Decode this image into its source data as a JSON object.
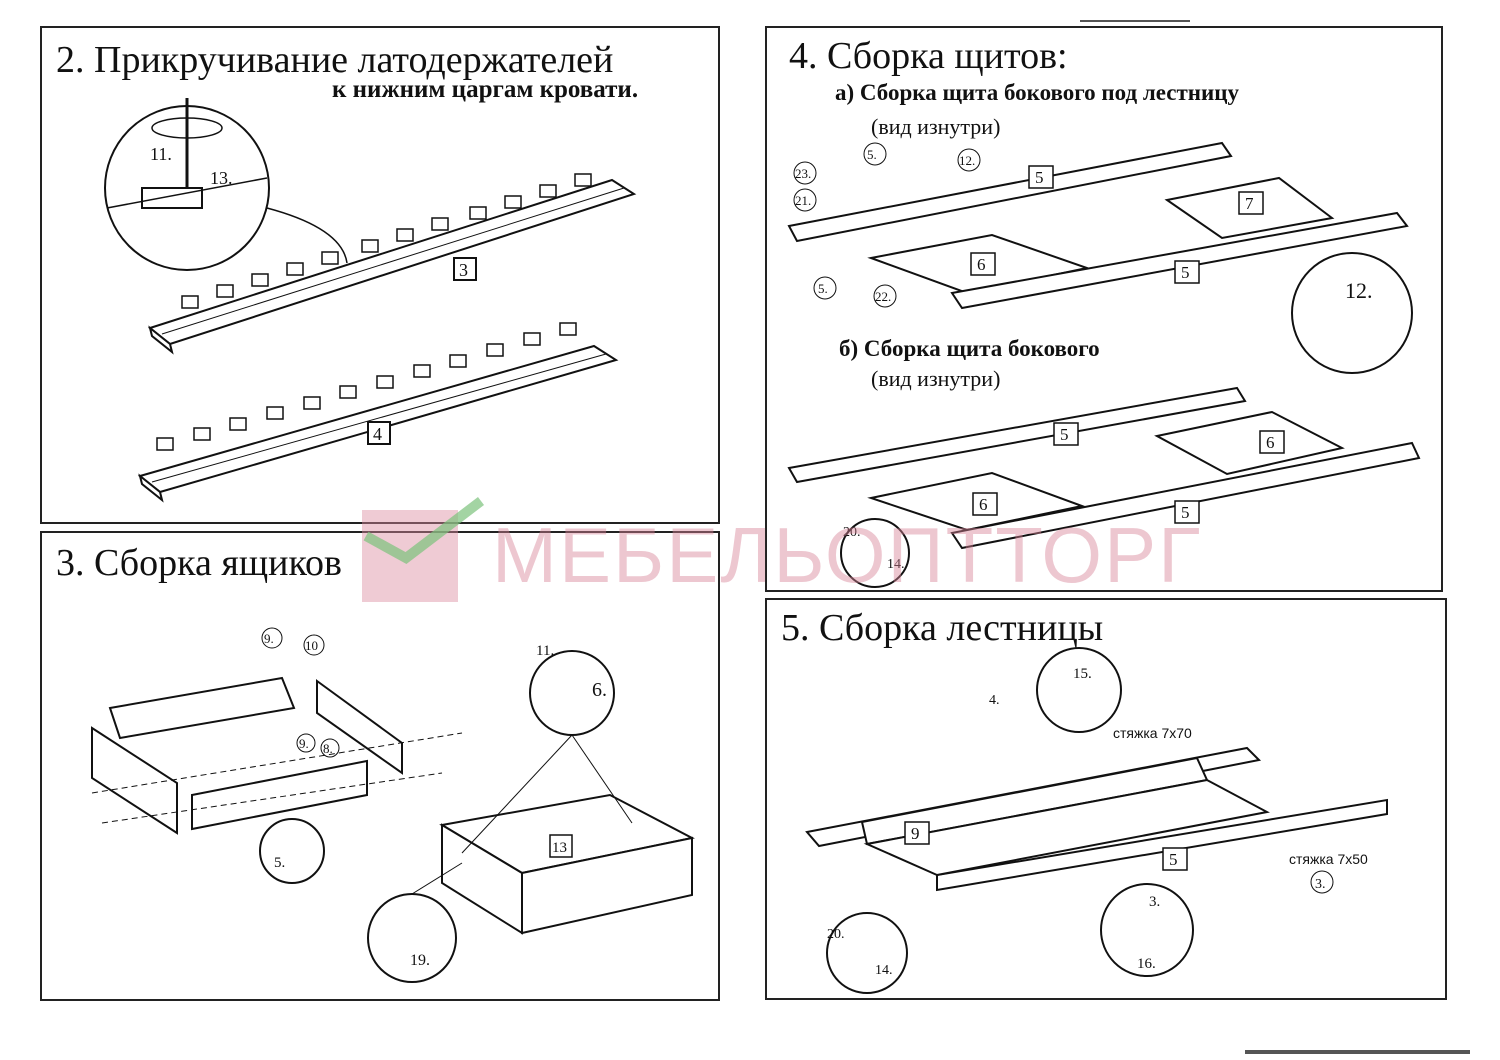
{
  "sections": {
    "s2": {
      "title": "2. Прикручивание латодержателей",
      "subtitle": "к нижним царгам кровати.",
      "callouts": [
        "11.",
        "13."
      ],
      "parts": [
        "3",
        "4"
      ]
    },
    "s3": {
      "title": "3. Сборка ящиков",
      "callouts": [
        "9.",
        "10",
        "9.",
        "8.",
        "5.",
        "11.",
        "6.",
        "19."
      ],
      "parts": [
        "13"
      ]
    },
    "s4": {
      "title": "4. Сборка щитов:",
      "sub_a": "а) Сборка щита бокового под лестницу",
      "view_a": "(вид изнутри)",
      "sub_b": "б) Сборка щита бокового",
      "view_b": "(вид изнутри)",
      "callouts_a": [
        "23.",
        "21.",
        "5.",
        "12.",
        "5.",
        "22."
      ],
      "parts_a": [
        "5",
        "7",
        "6",
        "5"
      ],
      "callouts_b": [
        "12.",
        "20.",
        "14."
      ],
      "parts_b": [
        "5",
        "6",
        "6",
        "5"
      ]
    },
    "s5": {
      "title": "5. Сборка лестницы",
      "callouts": [
        "15.",
        "4.",
        "3.",
        "16.",
        "20.",
        "14.",
        "3."
      ],
      "part": "9",
      "part2": "5",
      "tie1": "стяжка 7х70",
      "tie2": "стяжка 7х50"
    }
  },
  "watermark": {
    "text": "МЕБЕЛЬОПТТОРГ",
    "color": "#d6829a",
    "check_color": "#7cc27c"
  }
}
